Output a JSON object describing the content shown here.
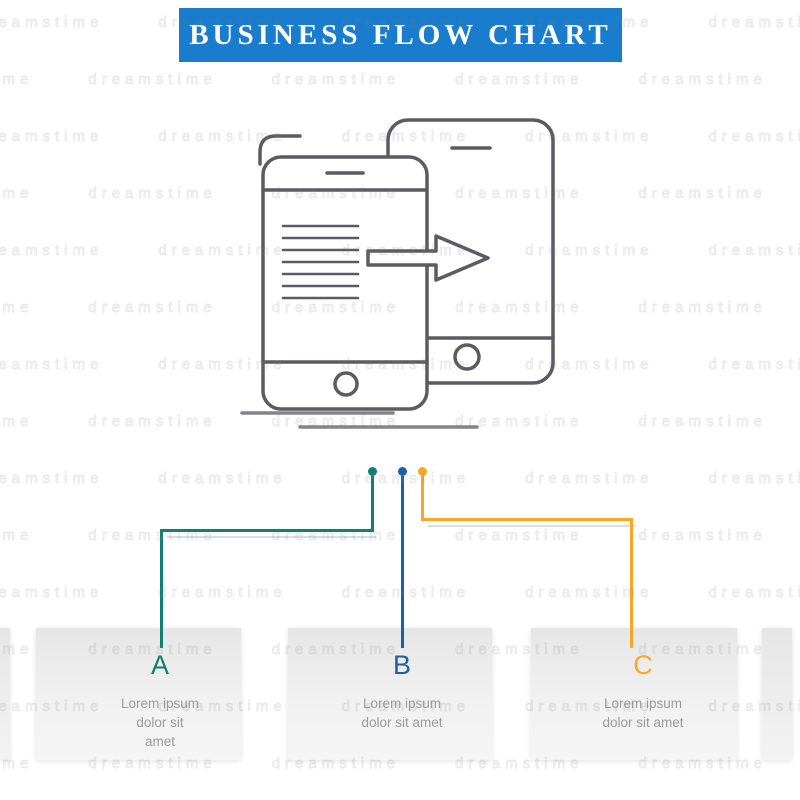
{
  "header": {
    "title": "BUSINESS FLOW CHART",
    "bg_color": "#1a7ccd",
    "text_color": "#ffffff"
  },
  "watermark": {
    "text": "dreamstime"
  },
  "icon": {
    "name": "mobile-data-transfer-icon",
    "stroke_color": "#5b5b64",
    "underline_color": "#83838c"
  },
  "steps": [
    {
      "letter": "A",
      "color": "#10806f",
      "line1": "Lorem ipsum",
      "line2": "dolor sit amet"
    },
    {
      "letter": "B",
      "color": "#1c5fa8",
      "line1": "Lorem ipsum",
      "line2": "dolor sit amet"
    },
    {
      "letter": "C",
      "color": "#f7a823",
      "line1": "Lorem ipsum",
      "line2": "dolor sit amet"
    }
  ]
}
